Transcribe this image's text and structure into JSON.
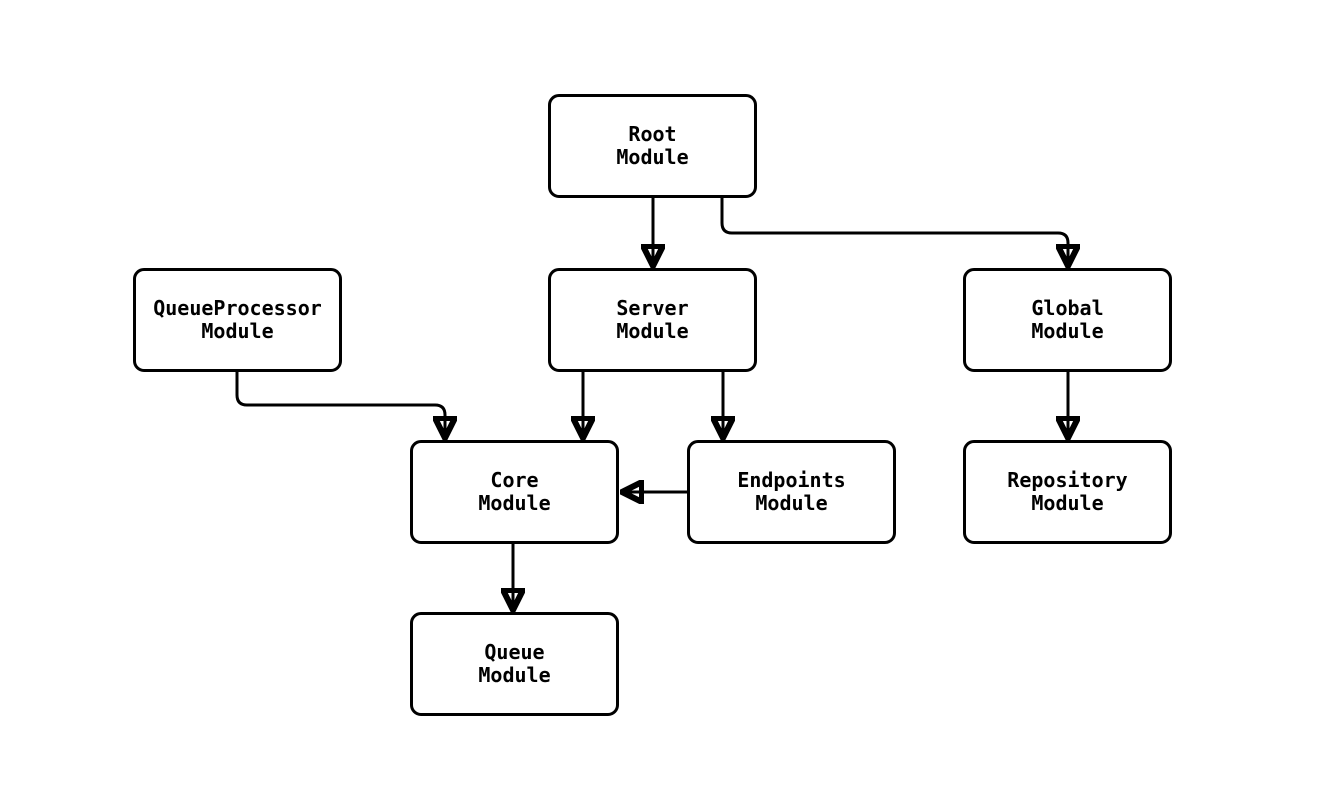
{
  "page": {
    "background_color": "#ffffff"
  },
  "diagram": {
    "type": "module-dependency-graph",
    "stroke_color": "#000000",
    "node_fill_color": "#ffffff",
    "text_color": "#000000",
    "nodes": [
      {
        "id": "root",
        "label": "Root\nModule"
      },
      {
        "id": "queueprocessor",
        "label": "QueueProcessor\nModule"
      },
      {
        "id": "server",
        "label": "Server\nModule"
      },
      {
        "id": "global",
        "label": "Global\nModule"
      },
      {
        "id": "core",
        "label": "Core\nModule"
      },
      {
        "id": "endpoints",
        "label": "Endpoints\nModule"
      },
      {
        "id": "repository",
        "label": "Repository\nModule"
      },
      {
        "id": "queue",
        "label": "Queue\nModule"
      }
    ],
    "edges": [
      {
        "from": "root",
        "to": "server"
      },
      {
        "from": "root",
        "to": "global"
      },
      {
        "from": "queueprocessor",
        "to": "core"
      },
      {
        "from": "server",
        "to": "core"
      },
      {
        "from": "server",
        "to": "endpoints"
      },
      {
        "from": "endpoints",
        "to": "core"
      },
      {
        "from": "global",
        "to": "repository"
      },
      {
        "from": "core",
        "to": "queue"
      }
    ]
  }
}
